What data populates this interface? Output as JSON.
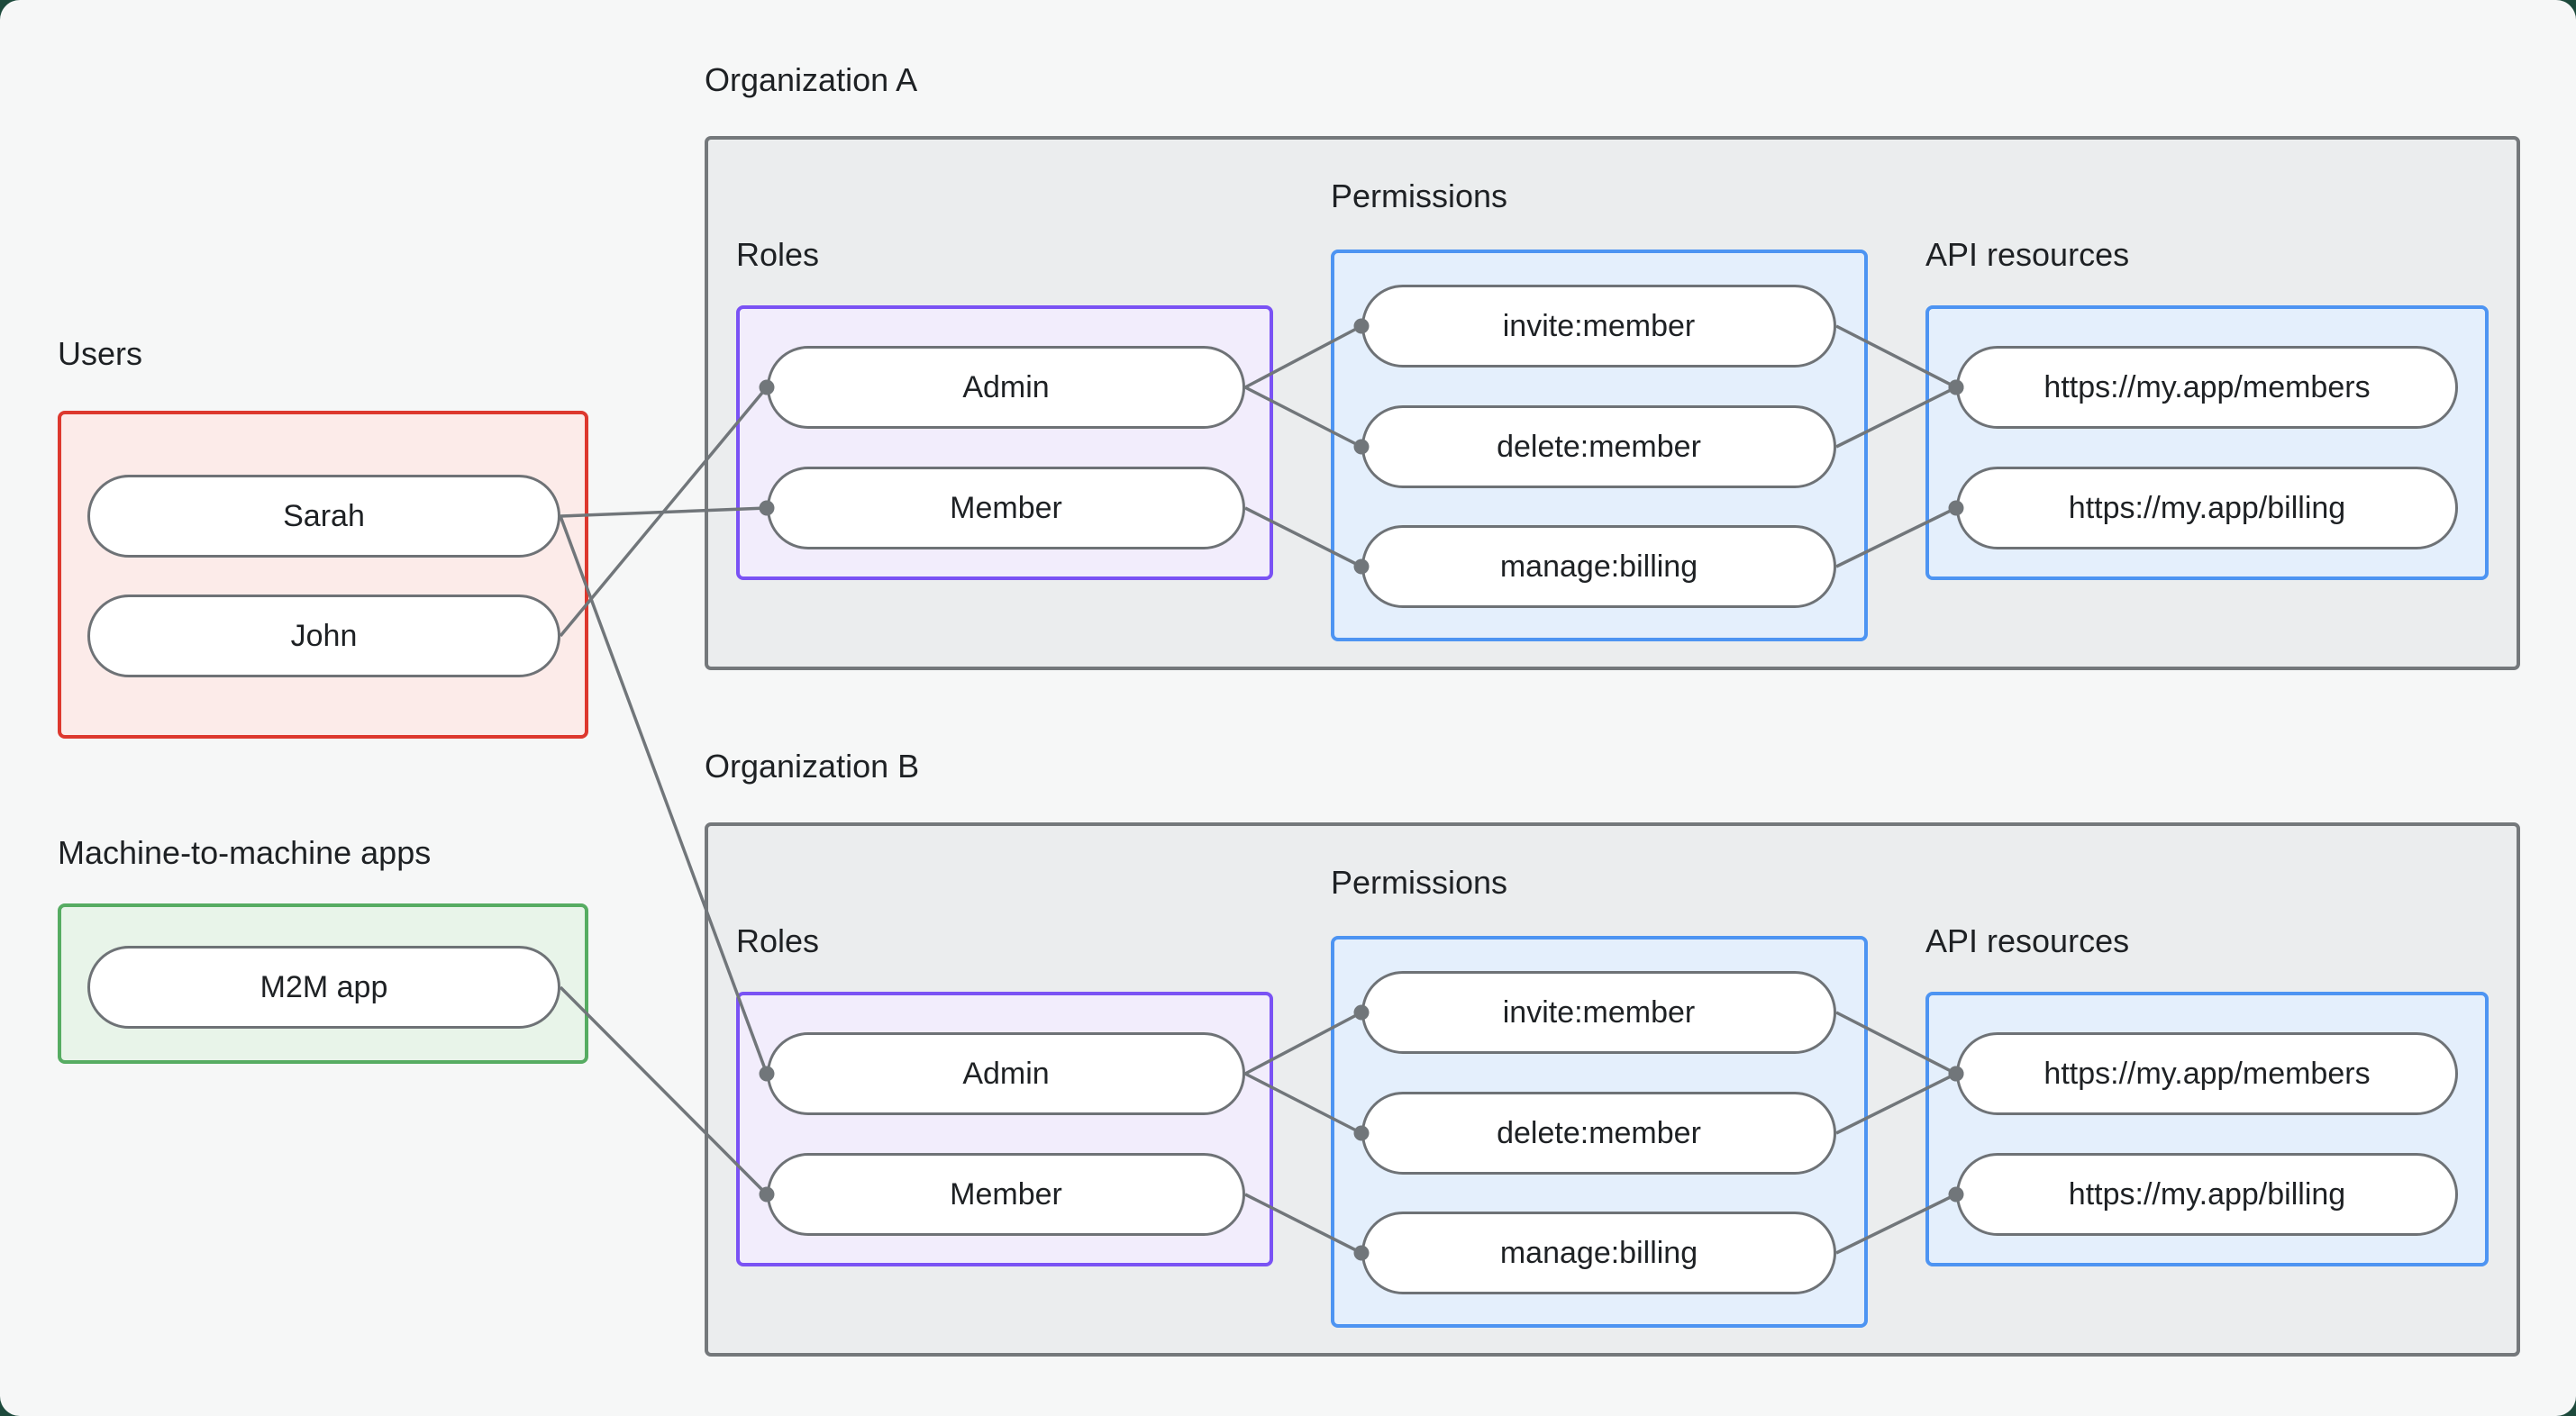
{
  "users": {
    "title": "Users",
    "items": [
      "Sarah",
      "John"
    ]
  },
  "m2m": {
    "title": "Machine-to-machine apps",
    "items": [
      "M2M app"
    ]
  },
  "orgs": [
    {
      "title": "Organization A",
      "roles": {
        "title": "Roles",
        "items": [
          "Admin",
          "Member"
        ]
      },
      "permissions": {
        "title": "Permissions",
        "items": [
          "invite:member",
          "delete:member",
          "manage:billing"
        ]
      },
      "api_resources": {
        "title": "API resources",
        "items": [
          "https://my.app/members",
          "https://my.app/billing"
        ]
      }
    },
    {
      "title": "Organization B",
      "roles": {
        "title": "Roles",
        "items": [
          "Admin",
          "Member"
        ]
      },
      "permissions": {
        "title": "Permissions",
        "items": [
          "invite:member",
          "delete:member",
          "manage:billing"
        ]
      },
      "api_resources": {
        "title": "API resources",
        "items": [
          "https://my.app/members",
          "https://my.app/billing"
        ]
      }
    }
  ],
  "edges": [
    {
      "from": "user.sarah",
      "to": "orgA.role.member"
    },
    {
      "from": "user.john",
      "to": "orgA.role.admin"
    },
    {
      "from": "user.sarah",
      "to": "orgB.role.admin"
    },
    {
      "from": "m2m.app",
      "to": "orgB.role.member"
    },
    {
      "from": "orgA.role.admin",
      "to": "orgA.perm.invite"
    },
    {
      "from": "orgA.role.admin",
      "to": "orgA.perm.delete"
    },
    {
      "from": "orgA.role.member",
      "to": "orgA.perm.manage"
    },
    {
      "from": "orgA.perm.invite",
      "to": "orgA.api.members"
    },
    {
      "from": "orgA.perm.delete",
      "to": "orgA.api.members"
    },
    {
      "from": "orgA.perm.manage",
      "to": "orgA.api.billing"
    },
    {
      "from": "orgB.role.admin",
      "to": "orgB.perm.invite"
    },
    {
      "from": "orgB.role.admin",
      "to": "orgB.perm.delete"
    },
    {
      "from": "orgB.role.member",
      "to": "orgB.perm.manage"
    },
    {
      "from": "orgB.perm.invite",
      "to": "orgB.api.members"
    },
    {
      "from": "orgB.perm.delete",
      "to": "orgB.api.members"
    },
    {
      "from": "orgB.perm.manage",
      "to": "orgB.api.billing"
    }
  ],
  "colors": {
    "background": "#f6f7f7",
    "corner_background": "#1d4a3c",
    "users_border": "#dd382e",
    "users_fill": "#fcebe9",
    "m2m_border": "#56ac62",
    "m2m_fill": "#e8f4e9",
    "roles_border": "#7a52f4",
    "roles_fill": "#f2edfc",
    "permissions_border": "#4d94f2",
    "permissions_fill": "#e4effc",
    "org_border": "#74787b",
    "org_fill": "#ebedee",
    "pill_border": "#6e7276",
    "connector": "#71767a",
    "text": "#1e2124"
  }
}
